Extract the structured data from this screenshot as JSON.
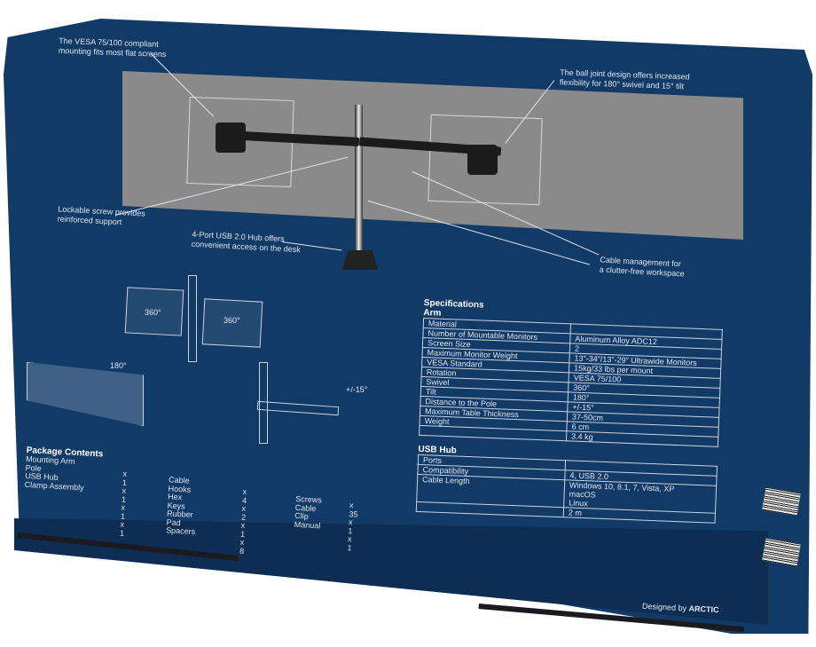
{
  "image": {
    "subject": "Back of a product box for a dual monitor arm",
    "background_color": "#123a66"
  },
  "callouts": {
    "vesa": "The VESA 75/100 compliant mounting fits most flat screens",
    "vesa_line1": "The VESA 75/100 compliant",
    "vesa_line2": "mounting fits most flat screens",
    "ball_joint_line1": "The ball joint design offers increased",
    "ball_joint_line2": "flexibility for 180° swivel and 15° tilt",
    "screw_line1": "Lockable screw provides",
    "screw_line2": "reinforced support",
    "usb_line1": "4-Port USB 2.0 Hub offers",
    "usb_line2": "convenient access on the desk",
    "cable_line1": "Cable management for",
    "cable_line2": "a clutter-free workspace"
  },
  "diagrams": {
    "rotation_left": "360°",
    "rotation_right": "360°",
    "swivel": "180°",
    "tilt": "+/-15°"
  },
  "specifications": {
    "title": "Specifications",
    "arm": {
      "title": "Arm",
      "labels": [
        "Material",
        "Number of Mountable Monitors",
        "Screen Size",
        "Maximum Monitor Weight",
        "VESA Standard",
        "Rotation",
        "Swivel",
        "Tilt",
        "Distance to the Pole",
        "Maximum Table Thickness",
        "Weight"
      ],
      "values": [
        "Aluminum Alloy ADC12",
        "2",
        "13\"-34\"/13\"-29\" Ultrawide Monitors",
        "15kg/33 lbs  per mount",
        "VESA 75/100",
        "360°",
        "180°",
        "+/-15°",
        "37-50cm",
        "6 cm",
        "3.4 kg"
      ]
    },
    "usb_hub": {
      "title": "USB Hub",
      "labels": [
        "Ports",
        "Compatibility",
        "Cable Length"
      ],
      "values": [
        "4, USB 2.0",
        "Windows 10, 8.1, 7, Vista, XP",
        "macOS",
        "Linux",
        "2 m"
      ]
    }
  },
  "package_contents": {
    "title": "Package Contents",
    "col1": [
      {
        "item": "Mounting Arm",
        "qty": "x 1"
      },
      {
        "item": "Pole",
        "qty": "x 1"
      },
      {
        "item": "USB Hub",
        "qty": "x 1"
      },
      {
        "item": "Clamp Assembly",
        "qty": "x 1"
      }
    ],
    "col2": [
      {
        "item": "Cable Hooks",
        "qty": "x 4"
      },
      {
        "item": "Hex Keys",
        "qty": "x 2"
      },
      {
        "item": "Rubber Pad",
        "qty": "x 1"
      },
      {
        "item": "Spacers",
        "qty": "x 8"
      }
    ],
    "col3": [
      {
        "item": "Screws",
        "qty": "x 35"
      },
      {
        "item": "Cable Clip",
        "qty": "x 1"
      },
      {
        "item": "Manual",
        "qty": "x 1"
      }
    ]
  },
  "footer": {
    "designed_by": "Designed by",
    "brand": "ARCTIC"
  }
}
